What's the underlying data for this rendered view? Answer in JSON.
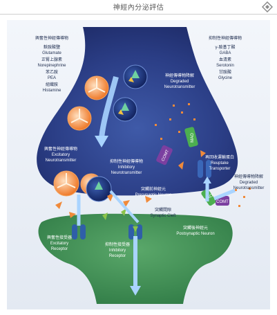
{
  "header": {
    "title": "神經內分泌評估",
    "icon": "diamond-logo-icon"
  },
  "labels": {
    "excitatory_heading_zh": "興奮性神經傳導物",
    "excitatory_list": [
      "麩胺酸鹽",
      "Glutamate",
      "正腎上腺素",
      "Norepinephrine",
      "苯乙胺",
      "PEA",
      "組織胺",
      "Histamine"
    ],
    "inhibitory_heading_zh": "抑制性神經傳導物",
    "inhibitory_list": [
      "γ-胺基丁酸",
      "GABA",
      "血清素",
      "Serotonin",
      "甘胺酸",
      "Glycine"
    ],
    "degraded_zh": "神經傳導物降解",
    "degraded_en": [
      "Degraded",
      "Neurotransmitter"
    ],
    "excitatory_nt_zh": "興奮性神經傳導物",
    "excitatory_nt_en": [
      "Excitatory",
      "Neurotransmitter"
    ],
    "inhibitory_nt_zh": "抑制性神經傳導物",
    "inhibitory_nt_en": [
      "Inhibitory",
      "Neurotransmitter"
    ],
    "presynaptic_zh": "突觸前神經元",
    "presynaptic_en": "Presynaptic Neuron",
    "reuptake_zh": "再回收運輸蛋白",
    "reuptake_en": [
      "Reuptake",
      "Transporter"
    ],
    "degraded2_zh": "神經傳導物降解",
    "degraded2_en": [
      "Degraded",
      "Neurotransmitter"
    ],
    "cleft_zh": "突觸間隙",
    "cleft_en": "Synaptic Cleft",
    "exc_receptor_zh": "興奮性接受器",
    "exc_receptor_en": [
      "Excitatory",
      "Receptor"
    ],
    "inh_receptor_zh": "抑制性接受器",
    "inh_receptor_en": [
      "Inhibitory",
      "Receptor"
    ],
    "postsynaptic_zh": "突觸後神經元",
    "postsynaptic_en": "Postsynaptic Neuron",
    "mao": "MAO",
    "comt": "COMT"
  }
}
